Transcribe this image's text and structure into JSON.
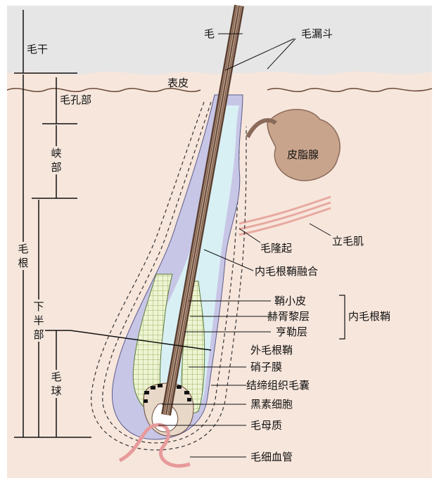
{
  "colors": {
    "air": "#e6e6e6",
    "skin": "#f7e6dc",
    "outer_sheath": "#c8c6e6",
    "inner_sheath": "#d8f0f4",
    "hair": "#8a6b5a",
    "bulb": "#e8d8c8",
    "gland": "#c9a48c",
    "muscle": "#e8a9a0",
    "vessel": "#e79a9a",
    "melanocyte": "#111111",
    "label": "#111111"
  },
  "labels": {
    "mao": "毛",
    "mao_loudou": "毛漏斗",
    "biaopi": "表皮",
    "pizhixian": "皮脂腺",
    "limaoji": "立毛肌",
    "maolongqi": "毛隆起",
    "neimaogen_rouhe": "内毛根鞘融合",
    "qiao_xiaopi": "鞘小皮",
    "hexu_li_ceng": "赫胥黎层",
    "hengle_ceng": "亨勒层",
    "neimaogenqiao": "内毛根鞘",
    "waimaogenqiao": "外毛根鞘",
    "xiaozimo": "硝子膜",
    "jiedi_zuzhi": "结缔组织毛囊",
    "heisu_xibao": "黑素细胞",
    "maomuzhi": "毛母质",
    "maoxi_xueguan": "毛细血管"
  },
  "left_dims": {
    "maogan": "毛干",
    "maokongbu": "毛孔部",
    "xiabu": "峡部",
    "maogen": "毛根",
    "xiabanbu": "下半部",
    "maoqiu": "毛球"
  }
}
